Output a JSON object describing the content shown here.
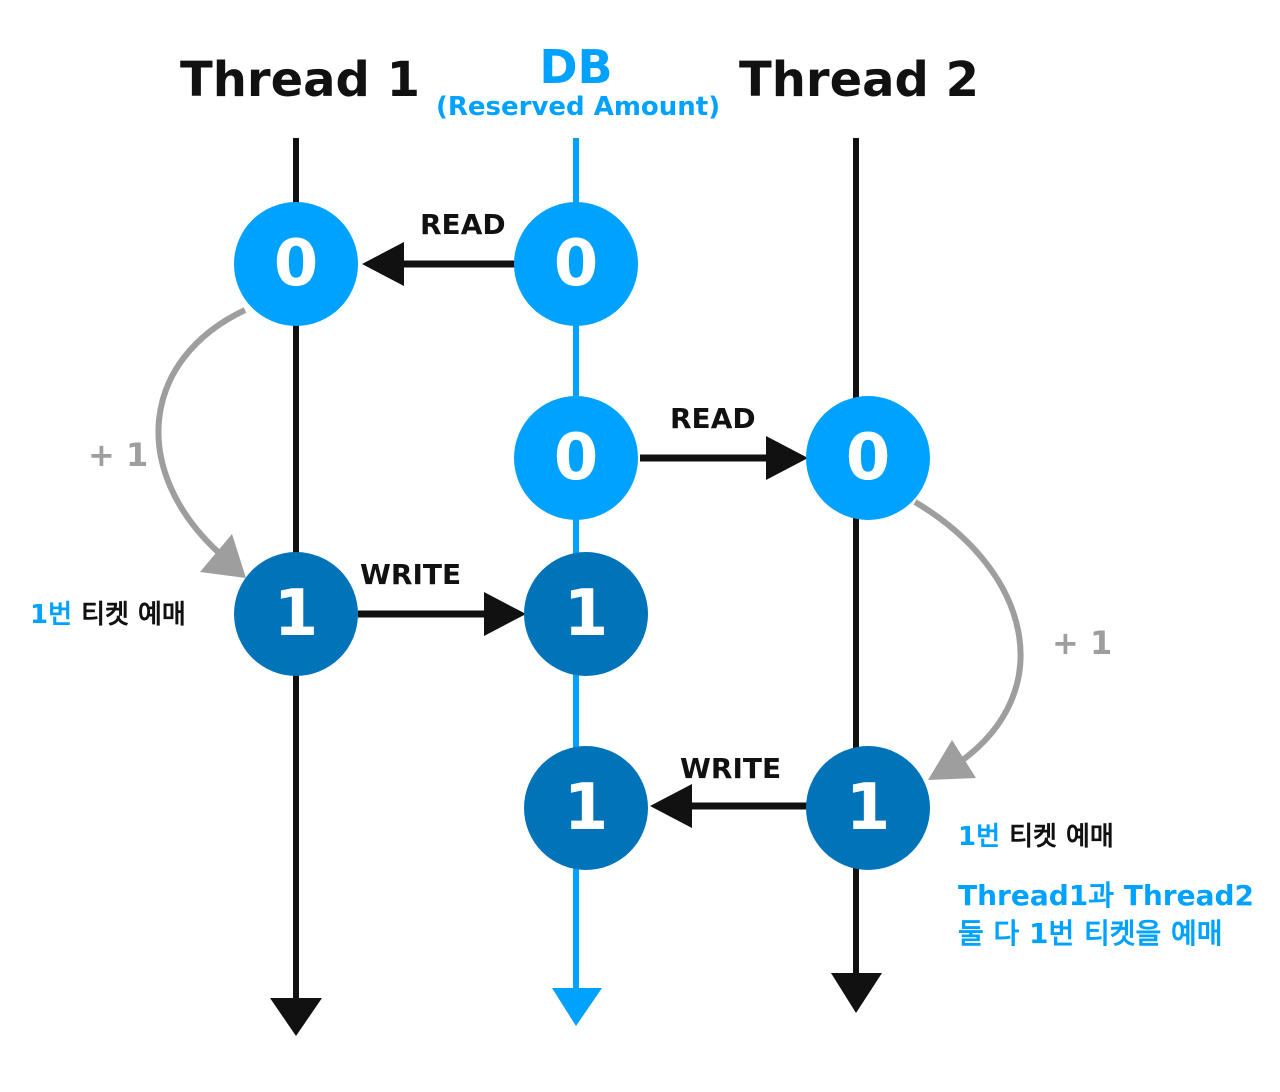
{
  "headers": {
    "thread1": "Thread 1",
    "db": "DB",
    "db_sub": "(Reserved Amount)",
    "thread2": "Thread 2"
  },
  "nodes": {
    "t1_read": "0",
    "db_read_t1": "0",
    "db_read_t2": "0",
    "t2_read": "0",
    "t1_write": "1",
    "db_write_t1": "1",
    "db_write_t2": "1",
    "t2_write": "1"
  },
  "arrows": {
    "read_t1": "READ",
    "read_t2": "READ",
    "write_t1": "WRITE",
    "write_t2": "WRITE",
    "inc_t1": "+ 1",
    "inc_t2": "+ 1"
  },
  "notes": {
    "t1_booking_num": "1번",
    "t1_booking_rest": " 티켓 예매",
    "t2_booking_num": "1번",
    "t2_booking_rest": " 티켓 예매",
    "conclusion_line1": "Thread1과 Thread2",
    "conclusion_line2": "둘 다 1번 티켓을 예매"
  },
  "colors": {
    "accent": "#00a2ff",
    "node_dark": "#0073b9",
    "timeline": "#111111",
    "increment": "#9e9e9e"
  }
}
